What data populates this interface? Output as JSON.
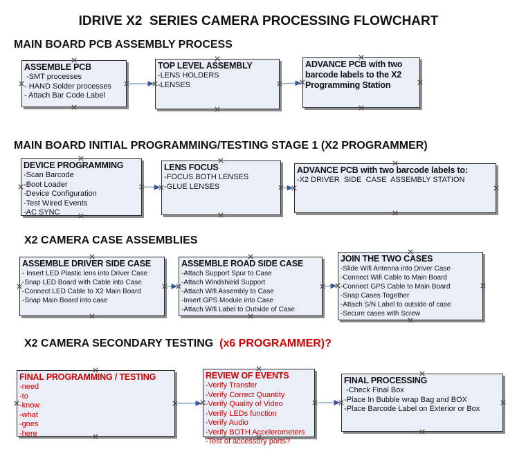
{
  "title": "IDRIVE X2  SERIES CAMERA PROCESSING FLOWCHART",
  "colors": {
    "box_fill": "#e9eef7",
    "box_border": "#2b2b2b",
    "shadow": "#8a8a8a",
    "arrow_line": "#8ba4c9",
    "arrow_head": "#3a5899",
    "red_text": "#cc0000",
    "handle": "#4a4a42"
  },
  "sections": [
    {
      "heading": "MAIN BOARD PCB ASSEMBLY PROCESS",
      "heading_suffix": "",
      "boxes": [
        {
          "title": "ASSEMBLE PCB",
          "items": [
            " -SMT processes",
            "- HAND Solder processes",
            "- Attach Bar Code Label"
          ]
        },
        {
          "title": "TOP LEVEL ASSEMBLY",
          "items": [
            "-LENS HOLDERS",
            "-LENSES"
          ]
        },
        {
          "title": "ADVANCE PCB with two barcode labels to the X2 Programming Station",
          "items": []
        }
      ]
    },
    {
      "heading": "MAIN BOARD INITIAL PROGRAMMING/TESTING STAGE 1 (X2 PROGRAMMER)",
      "heading_suffix": "",
      "boxes": [
        {
          "title": "DEVICE PROGRAMMING",
          "items": [
            "-Scan Barcode",
            "-Boot Loader",
            "-Device Configuration",
            "-Test Wired Events",
            "-AC SYNC"
          ]
        },
        {
          "title": "LENS FOCUS",
          "items": [
            "-FOCUS BOTH LENSES",
            "-GLUE LENSES"
          ]
        },
        {
          "title": "ADVANCE PCB with two barcode labels to:",
          "items": [
            "-X2 DRIVER  SIDE  CASE  ASSEMBLY STATION"
          ]
        }
      ]
    },
    {
      "heading": "X2 CAMERA CASE ASSEMBLIES",
      "heading_suffix": "",
      "boxes": [
        {
          "title": "ASSEMBLE DRIVER SIDE CASE",
          "items": [
            "- Insert LED Plastic lens into Driver Case",
            "-Snap LED Board with Cable into Case",
            "-Connect LED Cable to X2 Main Board",
            "-Snap Main Board into case"
          ]
        },
        {
          "title": "ASSEMBLE ROAD SIDE CASE",
          "items": [
            "-Attach Support Spur to Case",
            "-Attach Windshield Support",
            "-Attach Wifi Assembly to Case",
            "-Insert GPS Module into Case",
            "-Attach Wifi Label to Outside of Case"
          ]
        },
        {
          "title": "JOIN THE TWO CASES",
          "items": [
            "-Slide Wifi Antenna into Driver Case",
            "-Connect Wifi Cable to Main Board",
            "-Connect GPS Cable to Main Board",
            "-Snap Cases Together",
            "-Attach S/N Label to outside of case",
            "-Secure cases with Screw"
          ]
        }
      ]
    },
    {
      "heading": "X2 CAMERA SECONDARY TESTING  ",
      "heading_suffix": "(x6 PROGRAMMER)?",
      "boxes": [
        {
          "title": "FINAL PROGRAMMING / TESTING",
          "items": [
            "-need",
            "-to",
            "-know",
            "-what",
            "-goes",
            "-here"
          ]
        },
        {
          "title": "REVIEW OF EVENTS",
          "items": [
            "-Verify Transfer",
            "-Verify Correct Quantity",
            "-Verify Quality of Video",
            "-Verify LEDs function",
            "-Verify Audio",
            "-Verify BOTH Accelerometers",
            "-Test of accessory ports?"
          ]
        },
        {
          "title": "FINAL PROCESSING",
          "items": [
            " -Check Final Box",
            "-Place In Bubble wrap Bag and BOX",
            "-Place Barcode Label on Exterior or Box"
          ]
        }
      ]
    }
  ]
}
